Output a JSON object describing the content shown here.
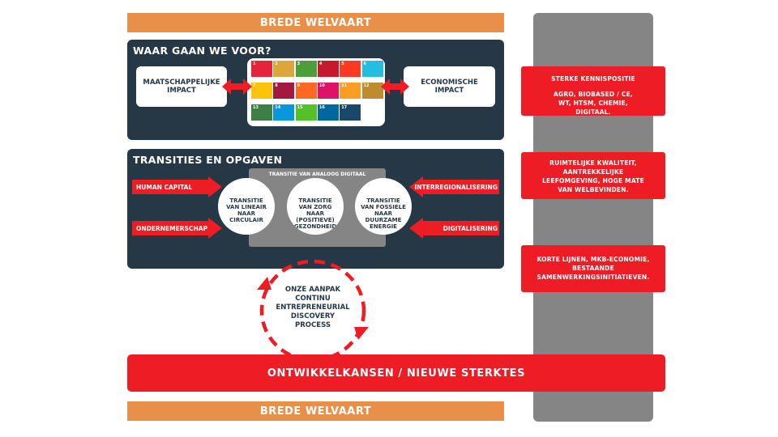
{
  "top_banner": "BREDE WELVAART",
  "bottom_banner": "BREDE WELVAART",
  "goals_panel": {
    "title": "WAAR GAAN WE VOOR?",
    "left_box": "MAATSCHAPPELIJKE IMPACT",
    "right_box": "ECONOMISCHE IMPACT",
    "sdg_numbers": [
      "1",
      "2",
      "3",
      "4",
      "5",
      "6",
      "7",
      "8",
      "9",
      "10",
      "11",
      "12",
      "13",
      "14",
      "15",
      "16",
      "17"
    ],
    "sdg_colors": [
      "#e5243b",
      "#dda63a",
      "#4c9f38",
      "#c5192d",
      "#ff3a21",
      "#26bde2",
      "#fcc30b",
      "#a21942",
      "#fd6925",
      "#dd1367",
      "#fd9d24",
      "#bf8b2e",
      "#3f7e44",
      "#0a97d9",
      "#56c02b",
      "#00689d",
      "#19486a"
    ]
  },
  "transitions_panel": {
    "title": "TRANSITIES EN OPGAVEN",
    "digital_label": "TRANSITIE VAN ANALOOG DIGITAAL",
    "circles": [
      "TRANSITIE VAN LINEAIR NAAR CIRCULAIR",
      "TRANSITIE VAN ZORG NAAR (POSITIEVE) GEZONDHEID",
      "TRANSITIE VAN FOSSIELE NAAR DUURZAME ENERGIE"
    ],
    "left_arrows": [
      "HUMAN CAPITAL",
      "ONDERNEMERSCHAP"
    ],
    "right_arrows": [
      "INTERREGIONALISERING",
      "DIGITALISERING"
    ]
  },
  "approach": "ONZE AANPAK CONTINU ENTREPRENEURIAL DISCOVERY PROCESS",
  "side_boxes": [
    {
      "title": "STERKE KENNISPOSITIE",
      "body": "AGRO, BIOBASED / CE, WT, HTSM, CHEMIE, DIGITAAL."
    },
    {
      "title": "",
      "body": "RUIMTELIJKE KWALITEIT, AANTREKKELIJKE LEEFOMGEVING, HOGE MATE VAN WELBEVINDEN."
    },
    {
      "title": "",
      "body": "KORTE LIJNEN, MKB-ECONOMIE, BESTAANDE SAMENWERKINGSINITIATIEVEN."
    }
  ],
  "bottom_bar": "ONTWIKKELKANSEN / NIEUWE STERKTES",
  "colors": {
    "navy": "#263846",
    "red": "#ee1c25",
    "orange": "#e8904a",
    "gray": "#858585"
  }
}
